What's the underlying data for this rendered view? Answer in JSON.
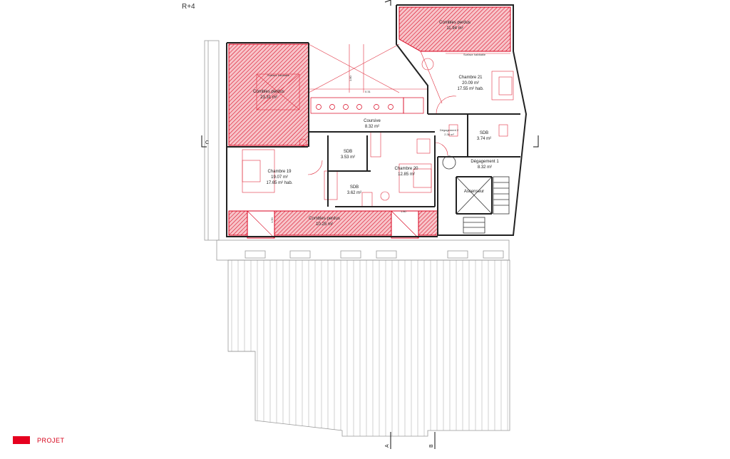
{
  "level_label": "R+4",
  "rooms": {
    "combles_top": {
      "name": "Combles perdus",
      "area": "11.94 m²"
    },
    "combles_left": {
      "name": "Combles perdus",
      "area": "23.31 m²"
    },
    "combles_bottom": {
      "name": "Combles perdus",
      "area": "10.25 m²"
    },
    "chambre21": {
      "name": "Chambre 21",
      "area": "20.09 m²",
      "hab": "17.55 m² hab."
    },
    "chambre19": {
      "name": "Chambre 19",
      "area": "19.07 m²",
      "hab": "17.65 m² hab."
    },
    "chambre20": {
      "name": "Chambre 20",
      "area": "12.85 m²"
    },
    "coursive": {
      "name": "Coursive",
      "area": "8.32 m²"
    },
    "sdb1": {
      "name": "SDB",
      "area": "3.53 m²"
    },
    "sdb2": {
      "name": "SDB",
      "area": "3.62 m²"
    },
    "sdb3": {
      "name": "SDB",
      "area": "3.74 m²"
    },
    "degagement2": {
      "name": "Dégagement 2",
      "area": "2.36 m²"
    },
    "degagement1": {
      "name": "Dégagement 1",
      "area": "8.32 m²"
    },
    "ascenseur": {
      "name": "Ascenseur"
    }
  },
  "notes": {
    "surface_habitable_top": "Surface habitable",
    "surface_habitable_left": "Surface habitable"
  },
  "dimensions": {
    "d1": "1.80",
    "d2": "0.31",
    "d3": "1.90",
    "d4": "1.80"
  },
  "section_marks": {
    "c": "C",
    "a": "A",
    "b": "B"
  },
  "legend": {
    "label": "PROJET",
    "color": "#e6001f"
  },
  "colors": {
    "hatch_red": "#d8001c",
    "hatch_fill": "#f7c4c9",
    "wall": "#222222",
    "red_line": "#e03040"
  }
}
